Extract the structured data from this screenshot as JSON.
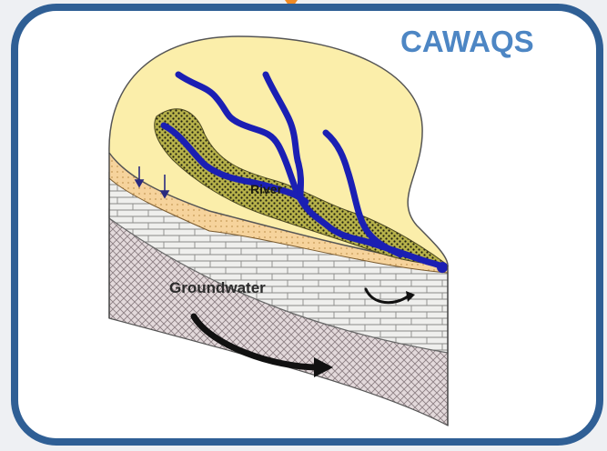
{
  "badge": {
    "title": "CAWAQS"
  },
  "diagram": {
    "labels": {
      "river": "River",
      "groundwater": "Groundwater"
    }
  },
  "colors": {
    "frame_border": "#2f5f95",
    "badge_text": "#4d86c4",
    "top_arrow": "#f08a24",
    "soil_surface": "#fbeeaa",
    "alluvium": "#f7cf94",
    "limestone": "#eeeeec",
    "deep_aquifer": "#d8cccf",
    "floodplain": "#b8b34a",
    "river": "#1b1fb3",
    "flow_arrow": "#111111"
  }
}
